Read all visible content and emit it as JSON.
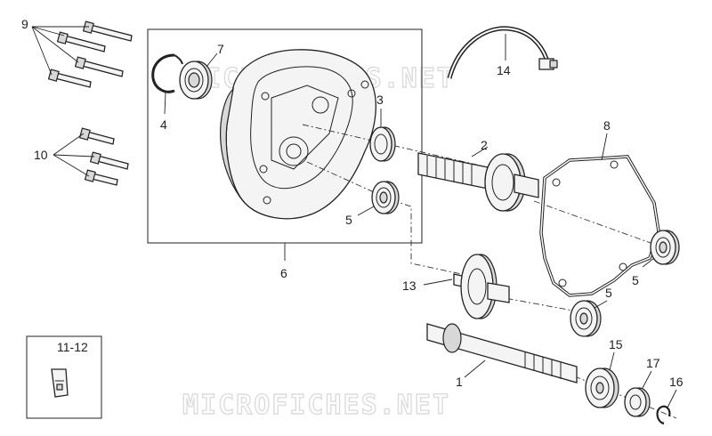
{
  "callouts": {
    "c1": "1",
    "c2": "2",
    "c3": "3",
    "c4": "4",
    "c5a": "5",
    "c5b": "5",
    "c5c": "5",
    "c6": "6",
    "c7": "7",
    "c8": "8",
    "c9": "9",
    "c10": "10",
    "c11_12": "11-12",
    "c13": "13",
    "c14": "14",
    "c15": "15",
    "c16": "16",
    "c17": "17"
  },
  "watermarks": {
    "top": "MICROFICHES.NET",
    "bottom": "MICROFICHES.NET"
  }
}
